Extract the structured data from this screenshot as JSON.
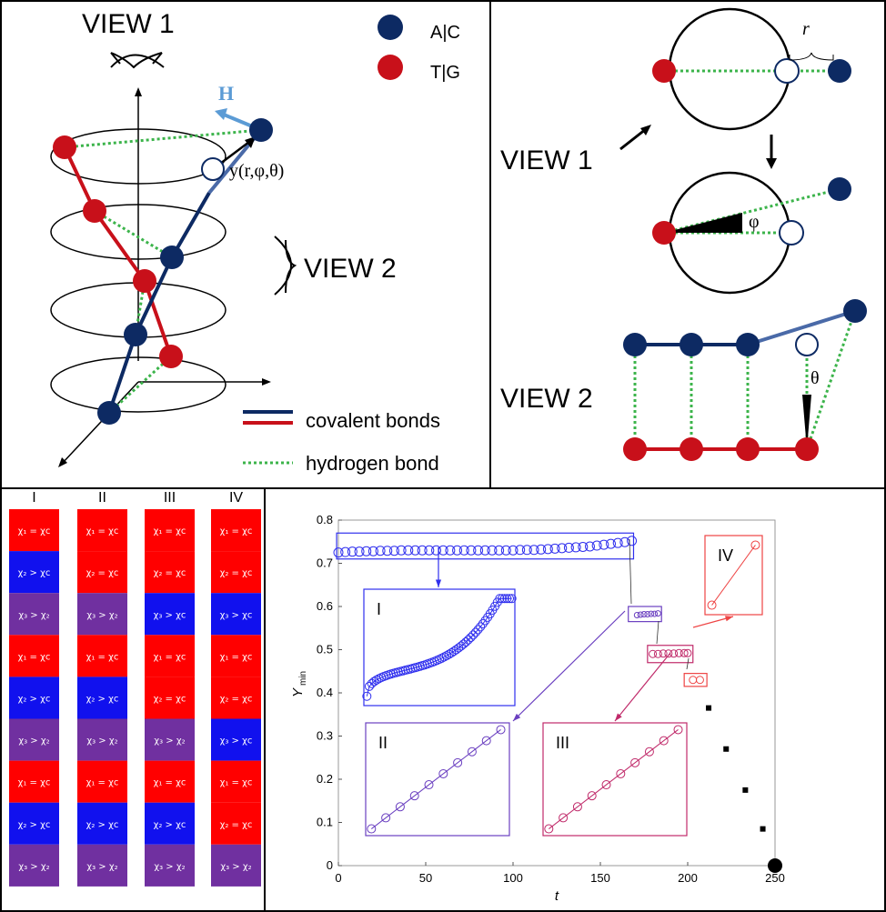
{
  "helix": {
    "view1_label": "VIEW 1",
    "view2_label": "VIEW 2",
    "legend_ac": "A|C",
    "legend_tg": "T|G",
    "field_label": "H",
    "vector_label": "y(r,φ,θ)",
    "legend_covalent": "covalent bonds",
    "legend_hydrogen": "hydrogen bond",
    "colors": {
      "blue": "#0d2a63",
      "red": "#c8101a",
      "green": "#3cb44b",
      "field": "#5b9bd5"
    }
  },
  "views": {
    "view1_label": "VIEW 1",
    "view2_label": "VIEW 2",
    "r_label": "r",
    "phi_label": "φ",
    "theta_label": "θ"
  },
  "grid": {
    "columns": [
      "I",
      "II",
      "III",
      "IV"
    ],
    "cells": [
      [
        "χ₁ = χc",
        "χ₁ = χc",
        "χ₁ = χc",
        "χ₁ = χc"
      ],
      [
        "χ₂ > χc",
        "χ₂ = χc",
        "χ₂ = χc",
        "χ₂ = χc"
      ],
      [
        "χ₃ > χ₂",
        "χ₃ > χ₂",
        "χ₃ > χc",
        "χ₃ > χc"
      ],
      [
        "χ₁ = χc",
        "χ₁ = χc",
        "χ₁ = χc",
        "χ₁ = χc"
      ],
      [
        "χ₂ > χc",
        "χ₂ > χc",
        "χ₂ = χc",
        "χ₂ = χc"
      ],
      [
        "χ₃ > χ₂",
        "χ₃ > χ₂",
        "χ₃ > χ₂",
        "χ₃ > χc"
      ],
      [
        "χ₁ = χc",
        "χ₁ = χc",
        "χ₁ = χc",
        "χ₁ = χc"
      ],
      [
        "χ₂ > χc",
        "χ₂ > χc",
        "χ₂ > χc",
        "χ₂ = χc"
      ],
      [
        "χ₃ > χ₂",
        "χ₃ > χ₂",
        "χ₃ > χ₂",
        "χ₃ > χ₂"
      ]
    ],
    "colors": {
      "red": "#ff0000",
      "blue": "#1111ee",
      "purple": "#7030a0"
    },
    "cell_colors": [
      [
        "red",
        "red",
        "red",
        "red"
      ],
      [
        "blue",
        "red",
        "red",
        "red"
      ],
      [
        "purple",
        "purple",
        "blue",
        "blue"
      ],
      [
        "red",
        "red",
        "red",
        "red"
      ],
      [
        "blue",
        "blue",
        "red",
        "red"
      ],
      [
        "purple",
        "purple",
        "purple",
        "blue"
      ],
      [
        "red",
        "red",
        "red",
        "red"
      ],
      [
        "blue",
        "blue",
        "blue",
        "red"
      ],
      [
        "purple",
        "purple",
        "purple",
        "purple"
      ]
    ]
  },
  "chart_data": {
    "type": "scatter",
    "xlabel": "t",
    "ylabel": "Y",
    "ylabel_sub": "min",
    "xlim": [
      0,
      250
    ],
    "ylim": [
      0,
      0.8
    ],
    "xticks": [
      "0",
      "50",
      "100",
      "150",
      "200",
      "250"
    ],
    "yticks": [
      "0",
      "0.1",
      "0.2",
      "0.3",
      "0.4",
      "0.5",
      "0.6",
      "0.7",
      "0.8"
    ],
    "series": [
      {
        "x": [
          0,
          4,
          8,
          12,
          16,
          20,
          24,
          28,
          32,
          36,
          40,
          44,
          48,
          52,
          56,
          60,
          64,
          68,
          72,
          76,
          80,
          84,
          88,
          92,
          96,
          100,
          104,
          108,
          112,
          116,
          120,
          124,
          128,
          132,
          136,
          140,
          144,
          148,
          152,
          156,
          160,
          164,
          168
        ],
        "y": [
          0.725,
          0.726,
          0.727,
          0.727,
          0.728,
          0.728,
          0.729,
          0.729,
          0.729,
          0.73,
          0.73,
          0.73,
          0.73,
          0.73,
          0.73,
          0.73,
          0.73,
          0.73,
          0.73,
          0.73,
          0.73,
          0.73,
          0.73,
          0.73,
          0.73,
          0.73,
          0.731,
          0.731,
          0.731,
          0.732,
          0.733,
          0.734,
          0.735,
          0.736,
          0.737,
          0.738,
          0.739,
          0.741,
          0.743,
          0.745,
          0.747,
          0.749,
          0.752
        ]
      },
      {
        "x": [
          171,
          173,
          175,
          177,
          179,
          181,
          183
        ],
        "y": [
          0.58,
          0.581,
          0.582,
          0.582,
          0.583,
          0.583,
          0.584
        ]
      },
      {
        "x": [
          180,
          183,
          186,
          189,
          192,
          195,
          198,
          200
        ],
        "y": [
          0.49,
          0.49,
          0.491,
          0.491,
          0.491,
          0.492,
          0.492,
          0.492
        ]
      },
      {
        "x": [
          203,
          207
        ],
        "y": [
          0.43,
          0.43
        ]
      },
      {
        "x": [
          212,
          222,
          233,
          243
        ],
        "y": [
          0.365,
          0.27,
          0.175,
          0.085
        ]
      },
      {
        "x": [
          250
        ],
        "y": [
          0.0
        ]
      }
    ],
    "insets": [
      {
        "label": "I"
      },
      {
        "label": "II"
      },
      {
        "label": "III"
      },
      {
        "label": "IV"
      }
    ]
  }
}
